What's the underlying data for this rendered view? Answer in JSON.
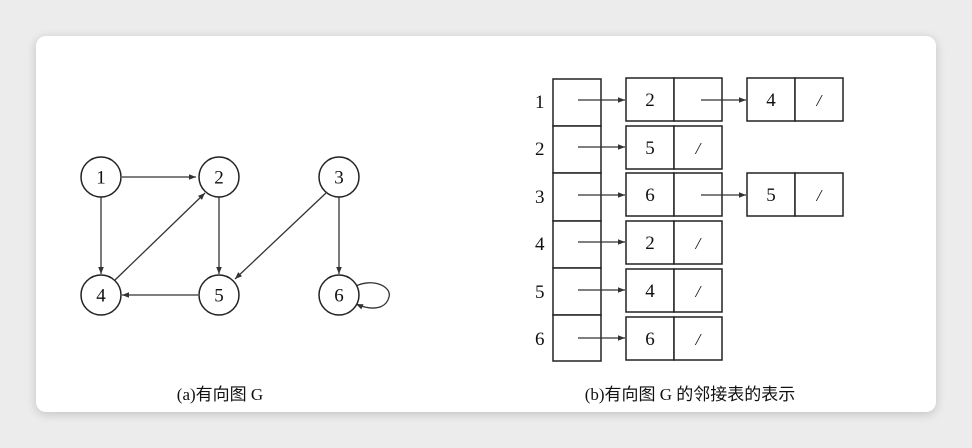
{
  "graph": {
    "nodes": [
      "1",
      "2",
      "3",
      "4",
      "5",
      "6"
    ],
    "edges": [
      [
        "1",
        "2"
      ],
      [
        "1",
        "4"
      ],
      [
        "2",
        "5"
      ],
      [
        "3",
        "5"
      ],
      [
        "3",
        "6"
      ],
      [
        "4",
        "2"
      ],
      [
        "5",
        "4"
      ],
      [
        "6",
        "6"
      ]
    ],
    "caption": "(a)有向图 G"
  },
  "adjacency": {
    "caption": "(b)有向图 G 的邻接表的表示",
    "null_symbol": "/",
    "rows": [
      {
        "vertex": "1",
        "list": [
          "2",
          "4"
        ]
      },
      {
        "vertex": "2",
        "list": [
          "5"
        ]
      },
      {
        "vertex": "3",
        "list": [
          "6",
          "5"
        ]
      },
      {
        "vertex": "4",
        "list": [
          "2"
        ]
      },
      {
        "vertex": "5",
        "list": [
          "4"
        ]
      },
      {
        "vertex": "6",
        "list": [
          "6"
        ]
      }
    ]
  }
}
